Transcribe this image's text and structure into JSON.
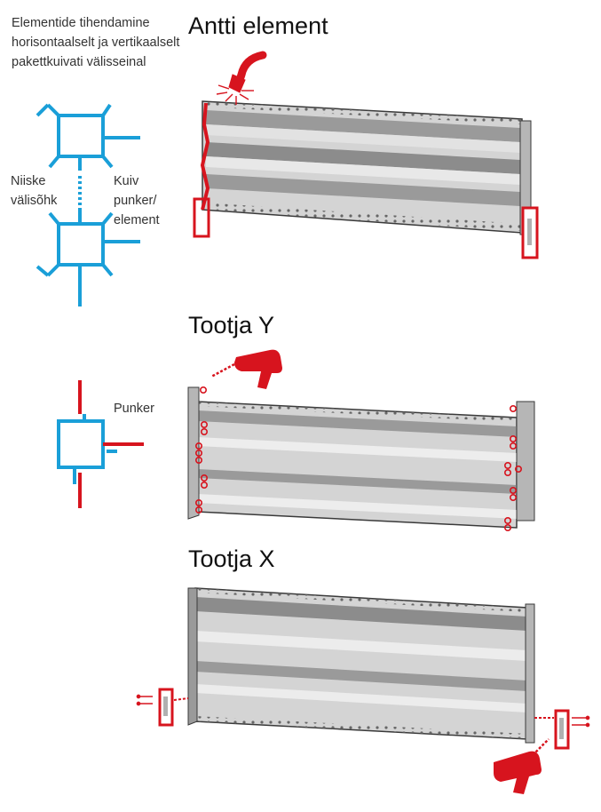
{
  "caption": "Elementide tihendamine horisontaalselt ja vertikaalselt pakettkuivati välisseinal",
  "headings": {
    "antti": "Antti element",
    "tootja_y": "Tootja Y",
    "tootja_x": "Tootja X"
  },
  "labels": {
    "niiske": [
      "Niiske",
      "välisõhk"
    ],
    "kuiv": [
      "Kuiv",
      "punker/",
      "element"
    ],
    "punker": "Punker"
  },
  "colors": {
    "cyan": "#1a9fd8",
    "red": "#d7141e",
    "panel_light": "#d4d4d4",
    "panel_mid": "#b6b6b6",
    "panel_dark": "#8c8c8c",
    "outline": "#3a3a3a"
  }
}
